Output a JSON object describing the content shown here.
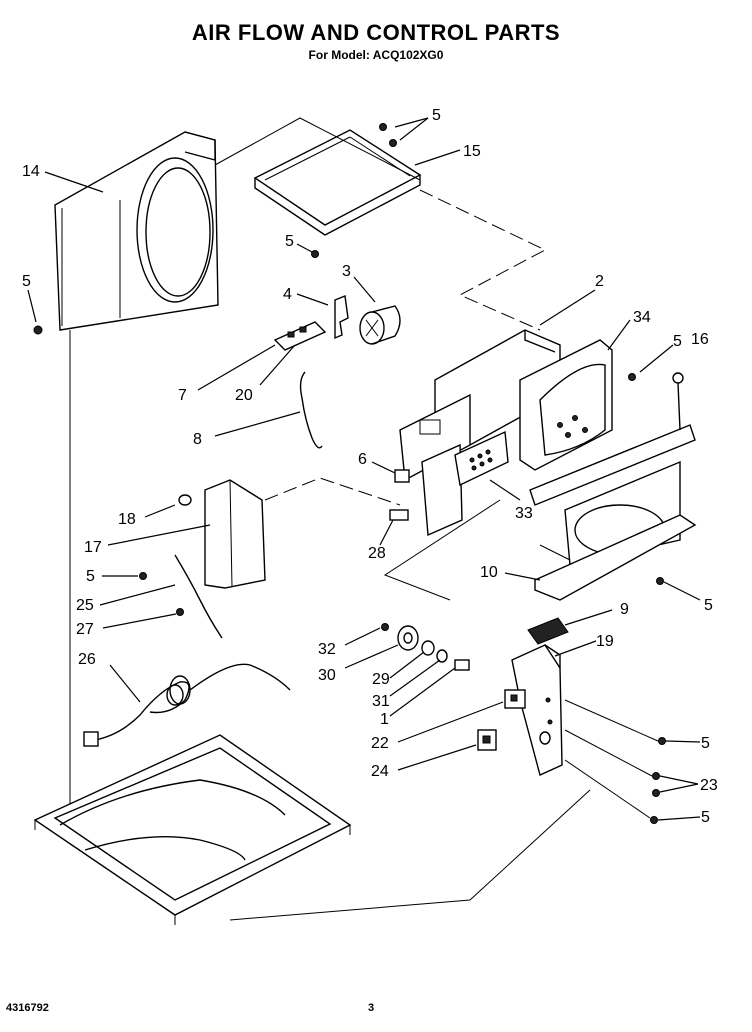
{
  "header": {
    "title": "AIR FLOW AND CONTROL PARTS",
    "model_line": "For Model: ACQ102XG0"
  },
  "footer": {
    "document_number": "4316792",
    "page_number": "3"
  },
  "callouts": {
    "c14": "14",
    "c5a": "5",
    "c5b": "5",
    "c15": "15",
    "c5c": "5",
    "c3": "3",
    "c4": "4",
    "c2": "2",
    "c34": "34",
    "c5d": "5",
    "c16": "16",
    "c7": "7",
    "c20": "20",
    "c8": "8",
    "c6": "6",
    "c33": "33",
    "c18": "18",
    "c17": "17",
    "c28": "28",
    "c5e": "5",
    "c10": "10",
    "c5f": "5",
    "c25": "25",
    "c27": "27",
    "c9": "9",
    "c32": "32",
    "c19": "19",
    "c26": "26",
    "c30": "30",
    "c29": "29",
    "c31": "31",
    "c1": "1",
    "c22": "22",
    "c5g": "5",
    "c24": "24",
    "c23": "23",
    "c5h": "5"
  }
}
